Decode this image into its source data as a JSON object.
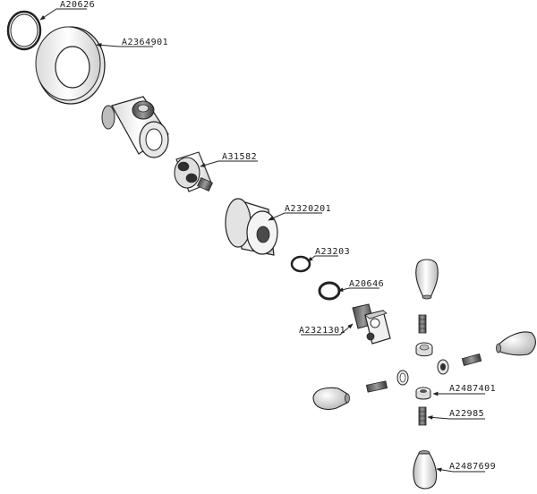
{
  "diagram": {
    "type": "exploded-parts-view",
    "line_color": "#222222",
    "part_numbers": {
      "oring_large": "A20626",
      "escutcheon": "A2364901",
      "valve_body": "",
      "cartridge": "A31582",
      "sleeve": "A2320201",
      "washer_1": "A23203",
      "washer_2": "A20646",
      "elbow": "A2321301",
      "set_screw_top": "",
      "nut_center": "",
      "set_screw_right": "",
      "knob_right": "",
      "knob_top": "",
      "nut_left": "",
      "set_screw_left": "",
      "knob_left": "",
      "nut_bottom": "A2487401",
      "set_screw_bottom": "A22985",
      "knob_bottom": "A2487699"
    }
  }
}
